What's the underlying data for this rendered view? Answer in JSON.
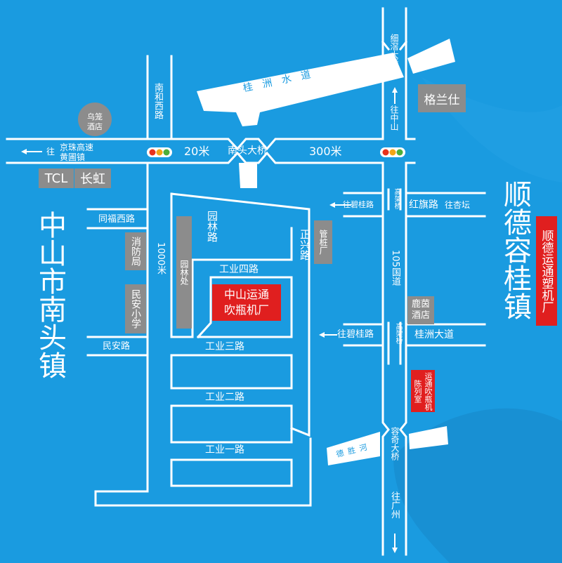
{
  "colors": {
    "background": "#1a9be0",
    "road": "#ffffff",
    "highlight": "#e01f1f",
    "landmark": "#8c8c8c",
    "light_red": "#e8321d",
    "light_yellow": "#f2a516",
    "light_green": "#4caf3a"
  },
  "labels": {
    "town_left": "中山市南头镇",
    "town_right": "顺德容桂镇",
    "factory_main_line1": "中山运通",
    "factory_main_line2": "吹瓶机厂",
    "factory_shunde": "顺德运通塑机厂",
    "showroom": "运通吹瓶机陈列室",
    "tcl": "TCL",
    "changhong": "长虹",
    "geranshi": "格兰仕",
    "wulong_hotel": "乌笼酒店",
    "fire_station": "消防局",
    "minan_school": "民安小学",
    "guanzhuang": "管桩厂",
    "lujun_hotel": "鹿茵酒店",
    "yuanlinchu": "园林处"
  },
  "roads": {
    "nanhe_west": "南和西路",
    "jingzhu_line1": "京珠高速",
    "jingzhu_line2": "黄圃镇",
    "to_prefix": "往",
    "dist_20m": "20米",
    "nantou_bridge": "南头大桥",
    "dist_300m": "300米",
    "guizhou_waterway": "桂洲水道",
    "xiyong_bridge": "细滘大桥",
    "to_zhongshan": "往中山",
    "tongfu_west": "同福西路",
    "yuanlin_road": "园林路",
    "dist_1000m": "1000米",
    "gongye_4": "工业四路",
    "gongye_3": "工业三路",
    "gongye_2": "工业二路",
    "gongye_1": "工业一路",
    "minan_road": "民安路",
    "zhengxing_road": "正兴路",
    "to_bigui_top": "往碧桂路",
    "hongqi_road": "红旗路",
    "to_xingtan": "往杏坛",
    "viaduct": "高架桥",
    "national_105": "105国道",
    "to_bigui": "往碧桂路",
    "guizhou_avenue": "桂洲大道",
    "desheng_river": "德胜河",
    "rongqi_bridge": "容奇大桥",
    "to_guangzhou": "往广州"
  }
}
